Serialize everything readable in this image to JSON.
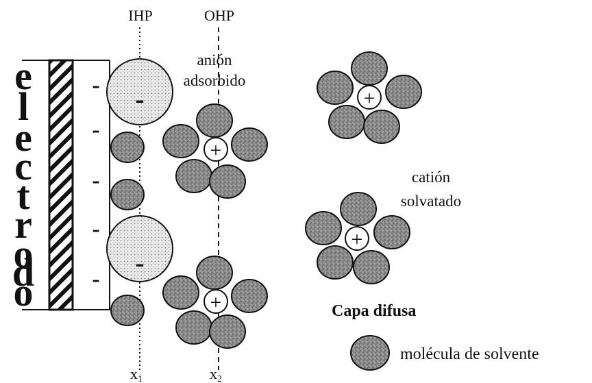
{
  "labels": {
    "electrode_letters": [
      "e",
      "l",
      "e",
      "c",
      "t",
      "r",
      "o",
      "d",
      "o"
    ],
    "ihp": "IHP",
    "ohp": "OHP",
    "adsorbed_anion_line1": "anión",
    "adsorbed_anion_line2": "adsorbido",
    "solvated_cation_line1": "catión",
    "solvated_cation_line2": "solvatado",
    "diffuse_layer": "Capa difusa",
    "solvent_legend": "molécula de solvente",
    "x1": "x",
    "x1_sub": "1",
    "x2": "x",
    "x2_sub": "2"
  },
  "charges": {
    "electrode_charge": "-",
    "anion_charge": "-",
    "cation_charge": "+"
  },
  "colors": {
    "ink": "#111111",
    "solvent_fill": "#8c8c8c",
    "anion_fill": "#e6e6e6"
  }
}
